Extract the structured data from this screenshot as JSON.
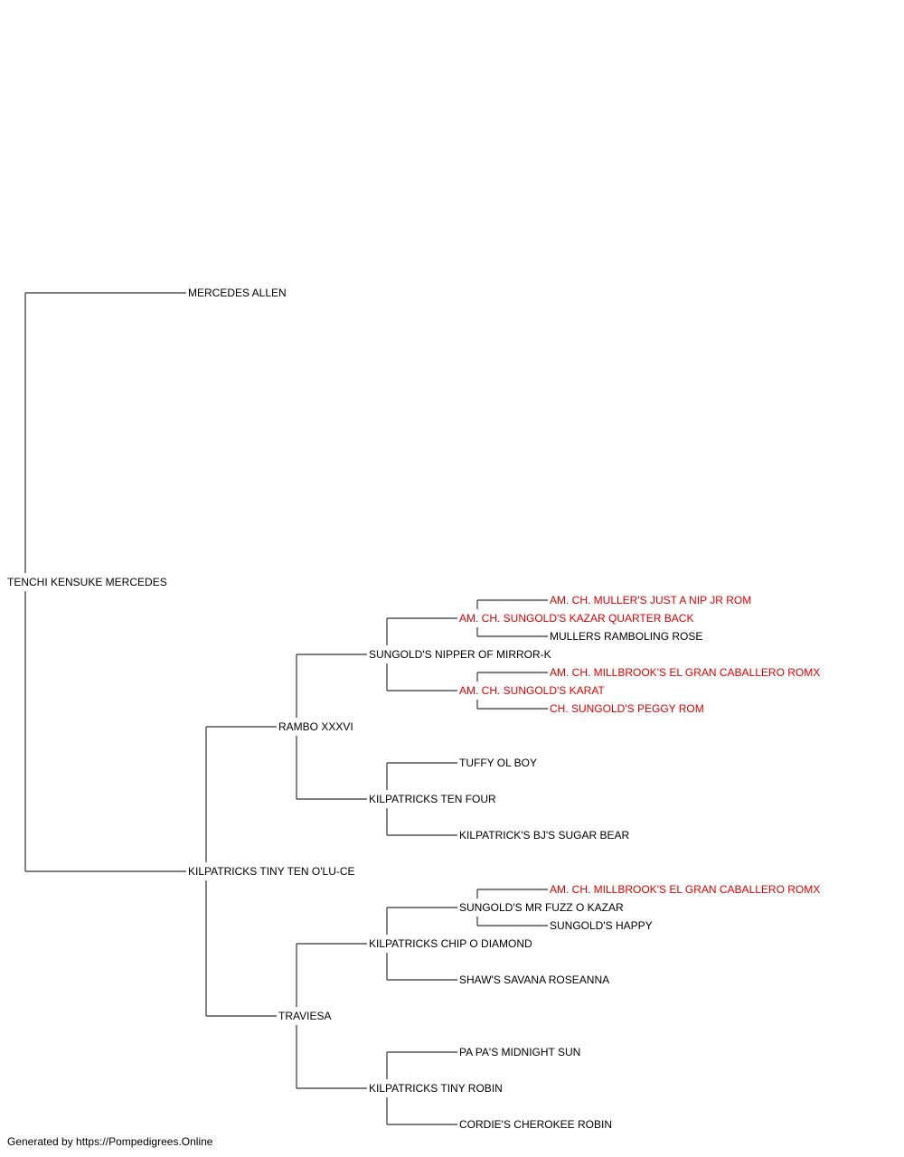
{
  "colors": {
    "champion": "#e00000",
    "normal": "#000000",
    "line": "#333333"
  },
  "tree": {
    "id": "subject",
    "name": "TENCHI KENSUKE MERCEDES",
    "champion": false,
    "sire": {
      "id": "sire",
      "name": "MERCEDES ALLEN",
      "champion": false
    },
    "dam": {
      "id": "dam",
      "name": "KILPATRICKS TINY TEN O'LU-CE",
      "champion": false,
      "sire": {
        "id": "dam-sire",
        "name": "RAMBO XXXVI",
        "champion": false,
        "sire": {
          "id": "dam-sire-sire",
          "name": "SUNGOLD'S NIPPER OF MIRROR-K",
          "champion": false,
          "sire": {
            "id": "dss-sire",
            "name": "AM. CH. SUNGOLD'S KAZAR QUARTER BACK",
            "champion": true,
            "sire": {
              "id": "dsss-sire",
              "name": "AM. CH. MULLER'S JUST A NIP JR ROM",
              "champion": true
            },
            "dam": {
              "id": "dsss-dam",
              "name": "MULLERS RAMBOLING ROSE",
              "champion": false
            }
          },
          "dam": {
            "id": "dss-dam",
            "name": "AM. CH. SUNGOLD'S KARAT",
            "champion": true,
            "sire": {
              "id": "dssd-sire",
              "name": "AM. CH. MILLBROOK'S EL GRAN CABALLERO ROMX",
              "champion": true
            },
            "dam": {
              "id": "dssd-dam",
              "name": "CH. SUNGOLD'S PEGGY ROM",
              "champion": true
            }
          }
        },
        "dam": {
          "id": "dam-sire-dam",
          "name": "KILPATRICKS TEN FOUR",
          "champion": false,
          "sire": {
            "id": "dsd-sire",
            "name": "TUFFY OL BOY",
            "champion": false
          },
          "dam": {
            "id": "dsd-dam",
            "name": "KILPATRICK'S BJ'S SUGAR BEAR",
            "champion": false
          }
        }
      },
      "dam": {
        "id": "dam-dam",
        "name": "TRAVIESA",
        "champion": false,
        "sire": {
          "id": "dam-dam-sire",
          "name": "KILPATRICKS CHIP O DIAMOND",
          "champion": false,
          "sire": {
            "id": "dds-sire",
            "name": "SUNGOLD'S MR FUZZ O KAZAR",
            "champion": false,
            "sire": {
              "id": "ddss-sire",
              "name": "AM. CH. MILLBROOK'S EL GRAN CABALLERO ROMX",
              "champion": true
            },
            "dam": {
              "id": "ddss-dam",
              "name": "SUNGOLD'S HAPPY",
              "champion": false
            }
          },
          "dam": {
            "id": "dds-dam",
            "name": "SHAW'S SAVANA ROSEANNA",
            "champion": false
          }
        },
        "dam": {
          "id": "dam-dam-dam",
          "name": "KILPATRICKS TINY ROBIN",
          "champion": false,
          "sire": {
            "id": "ddd-sire",
            "name": "PA PA'S MIDNIGHT SUN",
            "champion": false
          },
          "dam": {
            "id": "ddd-dam",
            "name": "CORDIE'S CHEROKEE ROBIN",
            "champion": false
          }
        }
      }
    }
  },
  "footer": "Generated by https://Pompedigrees.Online"
}
